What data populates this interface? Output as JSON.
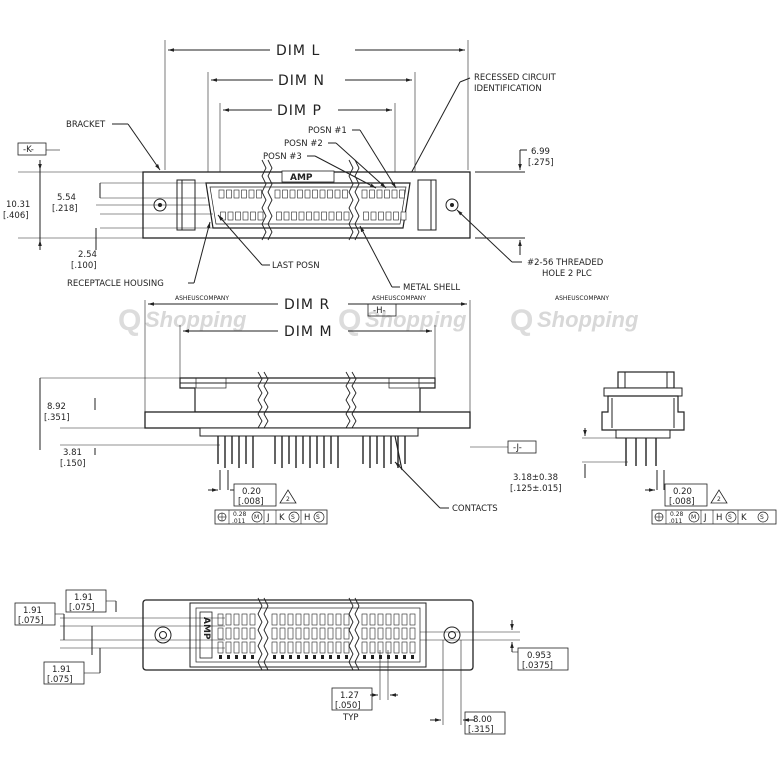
{
  "top_view": {
    "dim_l": "DIM L",
    "dim_n": "DIM N",
    "dim_p": "DIM P",
    "recessed_1": "RECESSED CIRCUIT",
    "recessed_2": "IDENTIFICATION",
    "bracket": "BRACKET",
    "datum_k": "-K-",
    "posn1": "POSN #1",
    "posn2": "POSN #2",
    "posn3": "POSN #3",
    "amp": "AMP",
    "d699_a": "6.99",
    "d699_b": "[.275]",
    "d554_a": "5.54",
    "d554_b": "[.218]",
    "d1031_a": "10.31",
    "d1031_b": "[.406]",
    "d254_a": "2.54",
    "d254_b": "[.100]",
    "last_posn": "LAST POSN",
    "threaded_1": "#2-56 THREADED",
    "threaded_2": "HOLE 2 PLC",
    "receptacle": "RECEPTACLE HOUSING",
    "metal_shell": "METAL SHELL"
  },
  "watermark": {
    "brand": "Shopping",
    "tagline": "ASHEUSCOMPANY"
  },
  "front_view": {
    "dim_r": "DIM R",
    "dim_m": "DIM M",
    "datum_h": "-H-",
    "datum_j": "-J-",
    "d892_a": "8.92",
    "d892_b": "[.351]",
    "d381_a": "3.81",
    "d381_b": "[.150]",
    "d020_a": "0.20",
    "d020_b": "[.008]",
    "note2": "2",
    "fcf_tol_a": "0.28",
    "fcf_tol_b": ".011",
    "fcf_m": "M",
    "fcf_j": "J",
    "fcf_k": "K",
    "fcf_s": "S",
    "fcf_h": "H",
    "contacts": "CONTACTS"
  },
  "side_view": {
    "d318_a": "3.18±0.38",
    "d318_b": "[.125±.015]",
    "d020_a": "0.20",
    "d020_b": "[.008]",
    "note2": "2",
    "fcf_tol_a": "0.28",
    "fcf_tol_b": ".011",
    "fcf_m": "M",
    "fcf_j": "J",
    "fcf_h": "H",
    "fcf_s": "S",
    "fcf_k": "K"
  },
  "bottom_view": {
    "amp": "AMP",
    "d191_top_a": "1.91",
    "d191_top_b": "[.075]",
    "d191_left_a": "1.91",
    "d191_left_b": "[.075]",
    "d191_bot_a": "1.91",
    "d191_bot_b": "[.075]",
    "d0953_a": "0.953",
    "d0953_b": "[.0375]",
    "d127_a": "1.27",
    "d127_b": "[.050]",
    "typ": "TYP",
    "d800_a": "8.00",
    "d800_b": "[.315]"
  }
}
